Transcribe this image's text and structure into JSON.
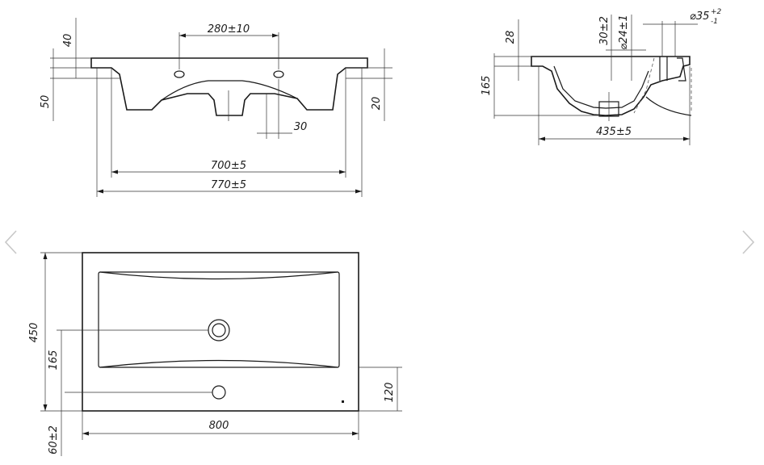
{
  "navigation": {
    "prev_icon": "chevron-left-icon",
    "next_icon": "chevron-right-icon",
    "arrow_color": "#c8c8c8"
  },
  "front_view": {
    "dim_hole_spacing": "280±10",
    "dim_rim_thickness": "40",
    "dim_height": "50",
    "dim_offset": "20",
    "dim_small": "30",
    "dim_inner_width": "700±5",
    "dim_outer_width": "770±5"
  },
  "side_view": {
    "dim_rim": "28",
    "dim_total_height": "165",
    "dim_drain_offset": "30±2",
    "dim_drain_diameter": "⌀24±1",
    "dim_hole_diameter": "⌀35",
    "dim_hole_tol_upper": "+2",
    "dim_hole_tol_lower": "-1",
    "dim_depth": "435±5"
  },
  "top_view": {
    "dim_depth": "450",
    "dim_drain_from_back": "165",
    "dim_tap_from_front": "120",
    "dim_width": "800",
    "dim_bottom": "60±2"
  },
  "colors": {
    "line": "#1a1a1a",
    "background": "#ffffff"
  }
}
